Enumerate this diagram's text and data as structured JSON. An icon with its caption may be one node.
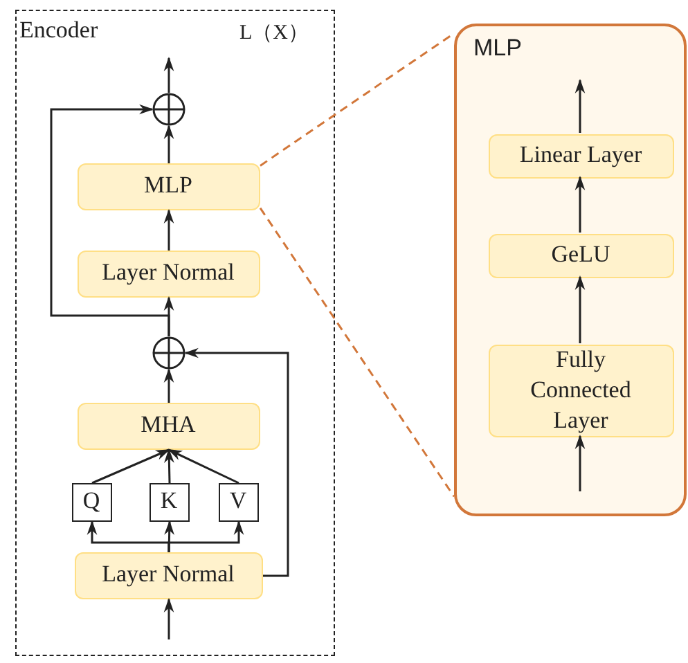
{
  "diagram": {
    "nodes": [
      {
        "text": [
          "Encoder",
          "L（X）"
        ]
      },
      {
        "text": [],
        "shape": "circle",
        "in": 0
      },
      {
        "text": [
          "MLP"
        ],
        "in": 0
      },
      {
        "text": [
          "Layer Normal"
        ],
        "in": 0
      },
      {
        "text": [],
        "shape": "circle",
        "in": 0
      },
      {
        "text": [
          "MHA"
        ],
        "in": 0
      },
      {
        "text": [
          "Q"
        ],
        "in": 0
      },
      {
        "text": [
          "K"
        ],
        "in": 0
      },
      {
        "text": [
          "V"
        ],
        "in": 0
      },
      {
        "text": [
          "Layer Normal"
        ],
        "in": 0
      },
      {
        "text": [
          "MLP"
        ]
      },
      {
        "text": [
          "Linear Layer"
        ],
        "in": 10
      },
      {
        "text": [
          "GeLU"
        ],
        "in": 10
      },
      {
        "text": [
          "Fully Connected Layer"
        ],
        "in": 10
      }
    ],
    "edges": [
      {
        "from": 1,
        "to": null,
        "arrow": "to"
      },
      {
        "from": 2,
        "to": 1,
        "arrow": "to"
      },
      {
        "from": 3,
        "to": 2,
        "arrow": "to"
      },
      {
        "from": 4,
        "to": 3,
        "arrow": "to"
      },
      {
        "from": 4,
        "to": 1,
        "arrow": "to"
      },
      {
        "from": 5,
        "to": 4,
        "arrow": "to"
      },
      {
        "from": 6,
        "to": 5,
        "arrow": "to"
      },
      {
        "from": 7,
        "to": 5,
        "arrow": "to"
      },
      {
        "from": 8,
        "to": 5,
        "arrow": "to"
      },
      {
        "from": 9,
        "to": 6,
        "arrow": "to"
      },
      {
        "from": 9,
        "to": 7,
        "arrow": "to"
      },
      {
        "from": 9,
        "to": 8,
        "arrow": "to"
      },
      {
        "from": 9,
        "to": 4,
        "arrow": "to"
      },
      {
        "from": null,
        "to": 9,
        "arrow": "to"
      },
      {
        "from": 2,
        "to": 10,
        "arrow": "none",
        "style": "dashed",
        "color": "#d2773a"
      },
      {
        "from": 2,
        "to": 10,
        "arrow": "none",
        "style": "dashed",
        "color": "#d2773a"
      },
      {
        "from": 11,
        "to": null,
        "arrow": "to"
      },
      {
        "from": 12,
        "to": 11,
        "arrow": "to"
      },
      {
        "from": 13,
        "to": 12,
        "arrow": "to"
      },
      {
        "from": null,
        "to": 13,
        "arrow": "to"
      }
    ]
  }
}
